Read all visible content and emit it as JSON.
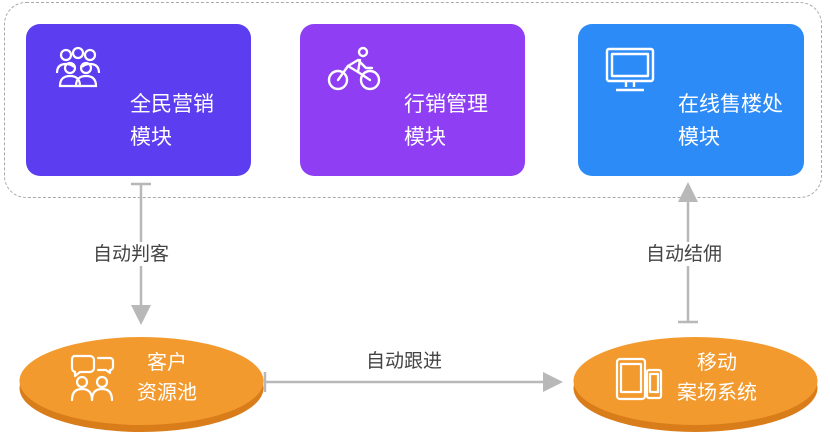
{
  "modules": {
    "mass_marketing": {
      "line1": "全民营销",
      "line2": "模块",
      "color": "#5c3ef0",
      "icon": "people-group-icon"
    },
    "marketing_management": {
      "line1": "行销管理",
      "line2": "模块",
      "color": "#8f3ef4",
      "icon": "cyclist-icon"
    },
    "online_sales": {
      "line1": "在线售楼处",
      "line2": "模块",
      "color": "#2d8bf8",
      "icon": "monitor-icon"
    }
  },
  "nodes": {
    "customer_pool": {
      "line1": "客户",
      "line2": "资源池",
      "color": "#f39a2f",
      "icon": "customers-chat-icon"
    },
    "mobile_site": {
      "line1": "移动",
      "line2": "案场系统",
      "color": "#f39a2f",
      "icon": "tablet-phone-icon"
    }
  },
  "connectors": {
    "auto_judge": "自动判客",
    "auto_follow": "自动跟进",
    "auto_commission": "自动结佣"
  }
}
